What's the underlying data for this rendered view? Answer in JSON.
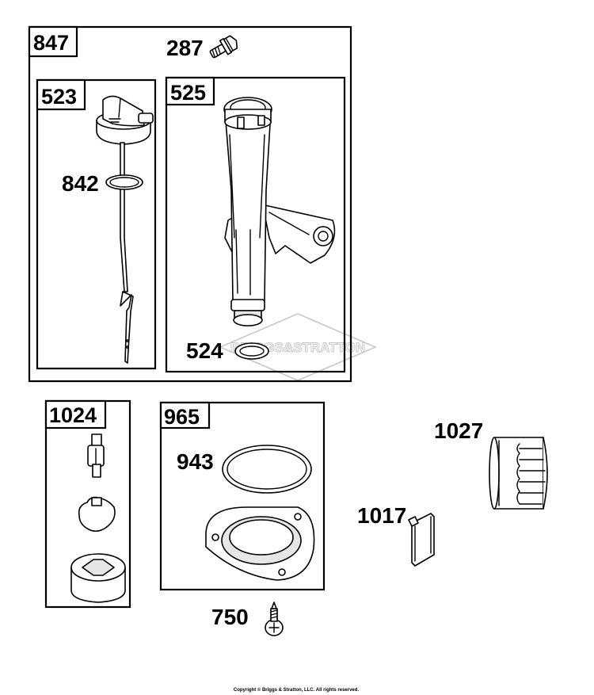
{
  "assemblies": [
    {
      "id": "box-847",
      "tag": "847"
    },
    {
      "id": "box-523",
      "tag": "523"
    },
    {
      "id": "box-525",
      "tag": "525"
    },
    {
      "id": "box-1024",
      "tag": "1024"
    },
    {
      "id": "box-965",
      "tag": "965"
    }
  ],
  "parts": {
    "p287": "287",
    "p842": "842",
    "p524": "524",
    "p943": "943",
    "p1027": "1027",
    "p1017": "1017",
    "p750": "750"
  },
  "watermark": "BRIGGS&STRATTON",
  "copyright": "Copyright © Briggs & Stratton, LLC. All rights reserved."
}
